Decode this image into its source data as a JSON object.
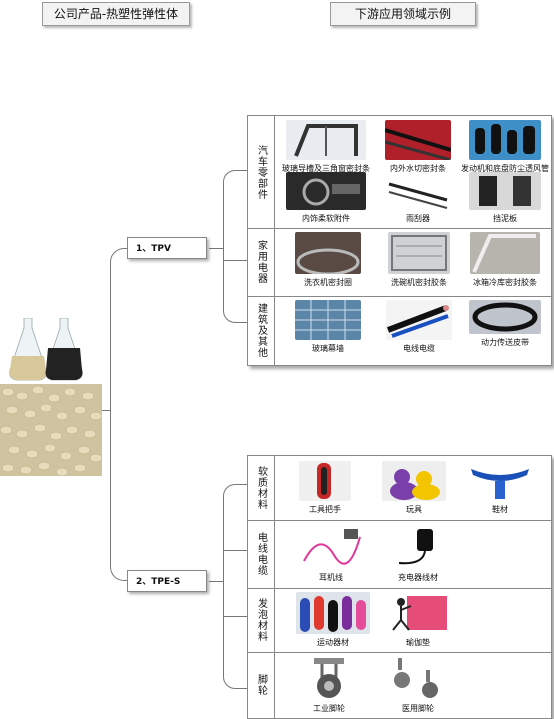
{
  "headers": {
    "left": "公司产品-热塑性弹性体",
    "right": "下游应用领域示例"
  },
  "products": [
    {
      "label": "1、TPV",
      "categories": [
        {
          "name": "汽车零部件",
          "items": [
            "玻璃导槽及三角窗密封条",
            "内外水切密封条",
            "发动机和底盘防尘透风管",
            "内饰柔软附件",
            "雨刮器",
            "挡泥板"
          ]
        },
        {
          "name": "家用电器",
          "items": [
            "洗衣机密封圈",
            "洗碗机密封胶条",
            "冰箱冷库密封胶条"
          ]
        },
        {
          "name": "建筑及其他",
          "items": [
            "玻璃幕墙",
            "电线电缆",
            "动力传送皮带"
          ]
        }
      ]
    },
    {
      "label": "2、TPE-S",
      "categories": [
        {
          "name": "软质材料",
          "items": [
            "工具把手",
            "玩具",
            "鞋材"
          ]
        },
        {
          "name": "电线电缆",
          "items": [
            "耳机线",
            "充电器线材"
          ]
        },
        {
          "name": "发泡材料",
          "items": [
            "运动器材",
            "瑜伽垫"
          ]
        },
        {
          "name": "脚轮",
          "items": [
            "工业脚轮",
            "医用脚轮"
          ]
        }
      ]
    }
  ]
}
